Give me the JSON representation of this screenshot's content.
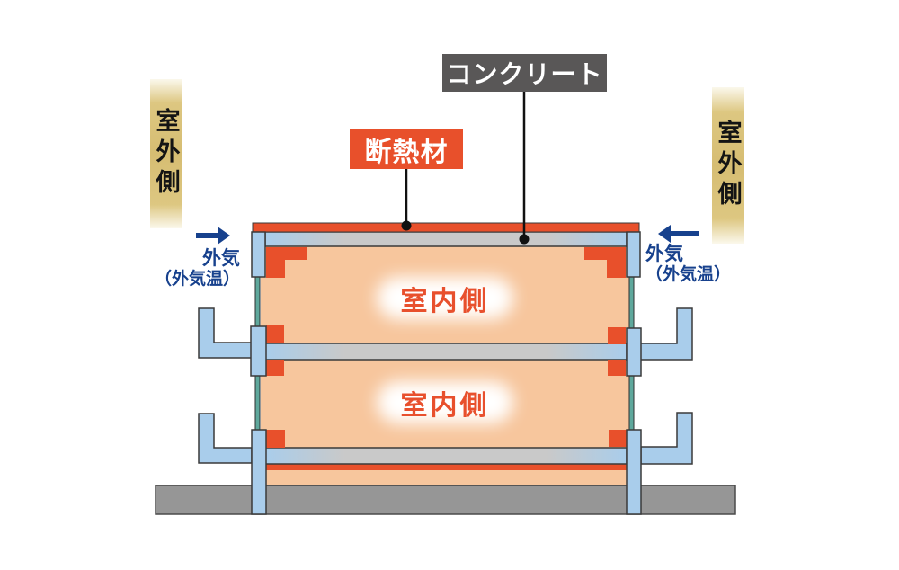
{
  "diagram": {
    "callouts": {
      "insulation": "断熱材",
      "concrete": "コンクリート"
    },
    "side_labels": {
      "left": "室外側",
      "right": "室外側"
    },
    "air": {
      "left": {
        "line1": "外気",
        "line2": "（外気温）"
      },
      "right": {
        "line1": "外気",
        "line2": "（外気温）"
      }
    },
    "rooms": {
      "upper": "室内側",
      "lower": "室内側"
    }
  },
  "colors": {
    "insulation_red": "#e8502b",
    "concrete_gray": "#c9c9c9",
    "room_peach": "#f7c69d",
    "frame_blue": "#a9cdeb",
    "sash_teal": "#5fa89c",
    "ground_gray": "#969696",
    "label_tan_gold": "#d6bd72",
    "callout_dark_gray": "#595757",
    "air_text_navy": "#17418d",
    "indoor_text_red": "#e8502d"
  }
}
